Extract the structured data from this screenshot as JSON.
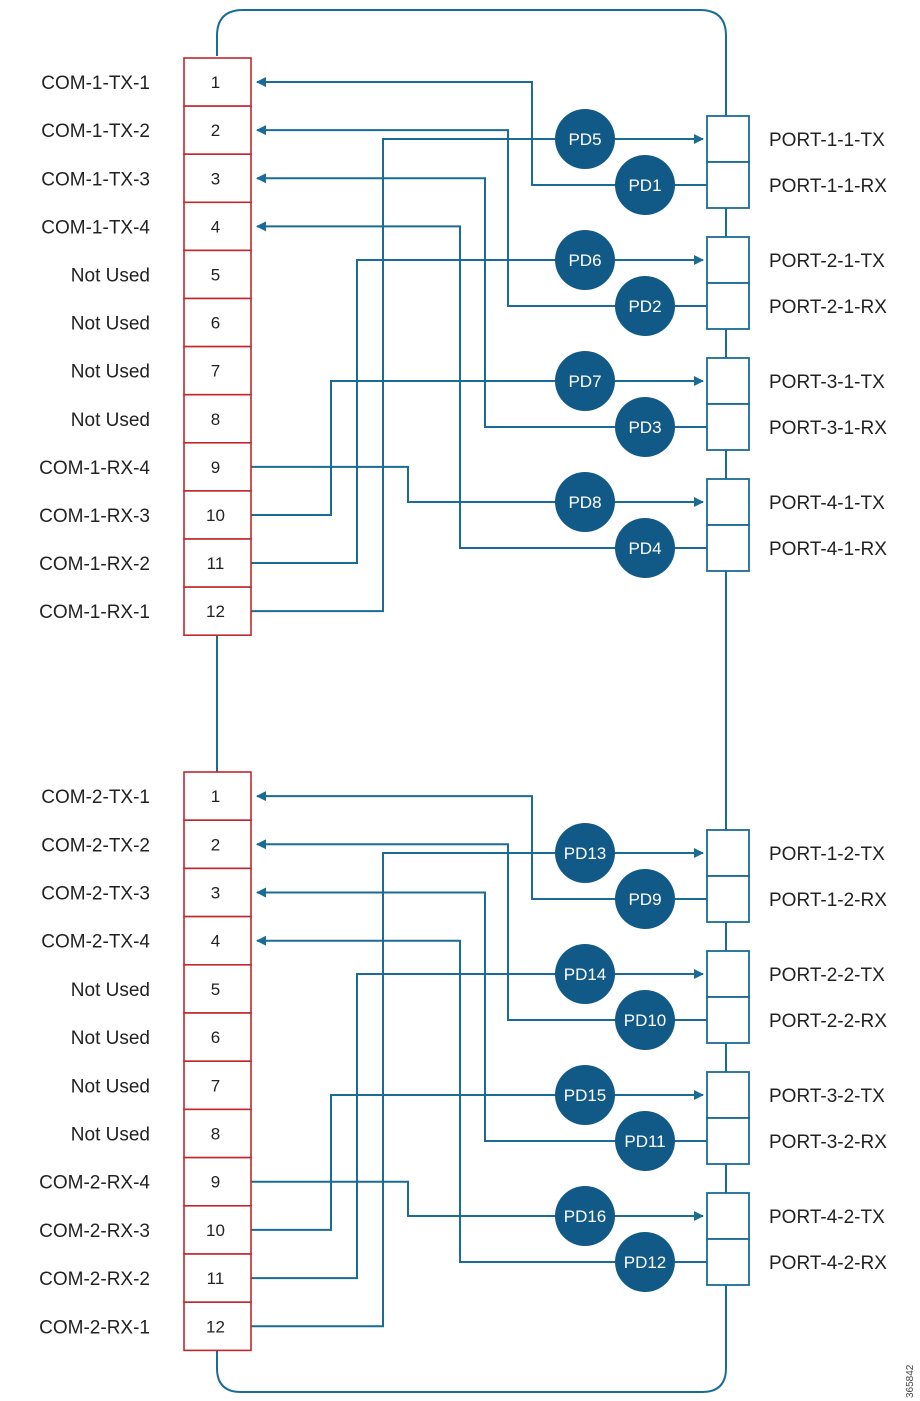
{
  "colors": {
    "trace": "#1a6c96",
    "pd_fill": "#115a87",
    "pd_text": "#ffffff",
    "com_box_border": "#c0282d",
    "port_box_border": "#1a6c96",
    "label_text": "#222222"
  },
  "figure_id": "365842",
  "groups": [
    {
      "com_labels": [
        "COM-1-TX-1",
        "COM-1-TX-2",
        "COM-1-TX-3",
        "COM-1-TX-4",
        "Not Used",
        "Not Used",
        "Not Used",
        "Not Used",
        "COM-1-RX-4",
        "COM-1-RX-3",
        "COM-1-RX-2",
        "COM-1-RX-1"
      ],
      "com_numbers": [
        "1",
        "2",
        "3",
        "4",
        "5",
        "6",
        "7",
        "8",
        "9",
        "10",
        "11",
        "12"
      ],
      "port_labels": [
        "PORT-1-1-TX",
        "PORT-1-1-RX",
        "PORT-2-1-TX",
        "PORT-2-1-RX",
        "PORT-3-1-TX",
        "PORT-3-1-RX",
        "PORT-4-1-TX",
        "PORT-4-1-RX"
      ],
      "tx_pds": [
        "PD5",
        "PD6",
        "PD7",
        "PD8"
      ],
      "rx_pds": [
        "PD1",
        "PD2",
        "PD3",
        "PD4"
      ]
    },
    {
      "com_labels": [
        "COM-2-TX-1",
        "COM-2-TX-2",
        "COM-2-TX-3",
        "COM-2-TX-4",
        "Not Used",
        "Not Used",
        "Not Used",
        "Not Used",
        "COM-2-RX-4",
        "COM-2-RX-3",
        "COM-2-RX-2",
        "COM-2-RX-1"
      ],
      "com_numbers": [
        "1",
        "2",
        "3",
        "4",
        "5",
        "6",
        "7",
        "8",
        "9",
        "10",
        "11",
        "12"
      ],
      "port_labels": [
        "PORT-1-2-TX",
        "PORT-1-2-RX",
        "PORT-2-2-TX",
        "PORT-2-2-RX",
        "PORT-3-2-TX",
        "PORT-3-2-RX",
        "PORT-4-2-TX",
        "PORT-4-2-RX"
      ],
      "tx_pds": [
        "PD13",
        "PD14",
        "PD15",
        "PD16"
      ],
      "rx_pds": [
        "PD9",
        "PD10",
        "PD11",
        "PD12"
      ]
    }
  ]
}
